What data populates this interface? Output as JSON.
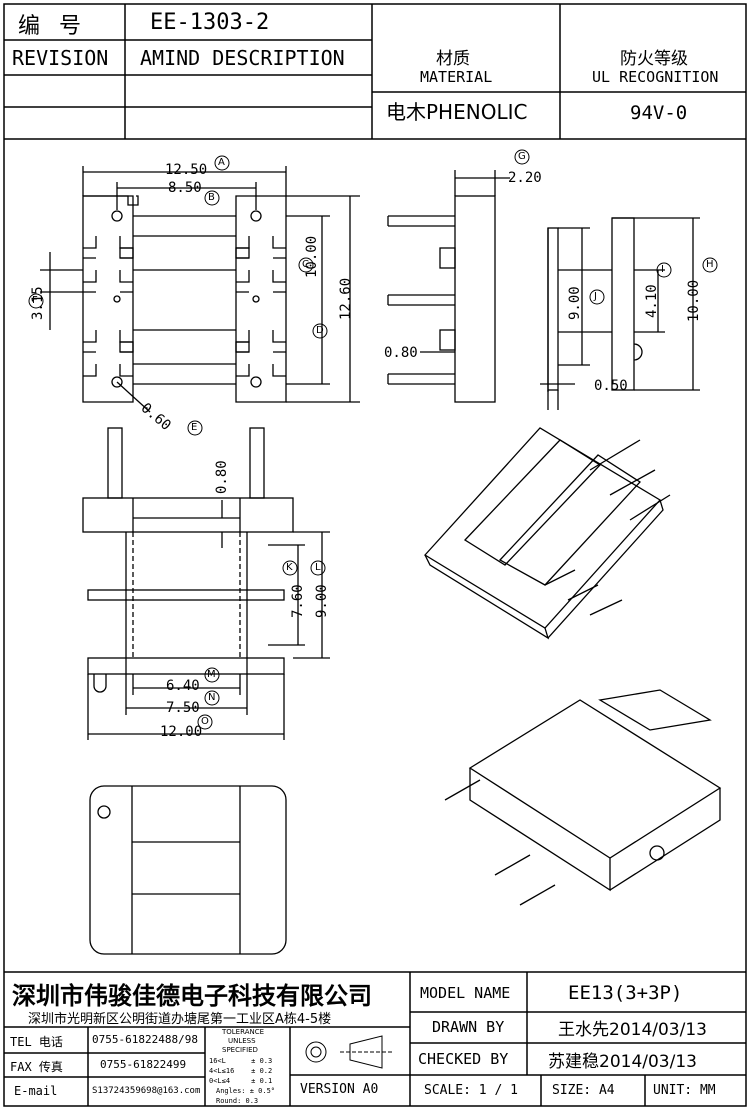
{
  "header": {
    "number_label": "编  号",
    "part_number": "EE-1303-2",
    "revision_label": "REVISION",
    "amind_label": "AMIND DESCRIPTION",
    "material_cn": "材质",
    "material_en": "MATERIAL",
    "material_value": "电木PHENOLIC",
    "ul_cn": "防火等级",
    "ul_en": "UL RECOGNITION",
    "ul_value": "94V-0"
  },
  "dimensions": {
    "a": "12.50",
    "b": "8.50",
    "c": "10.00",
    "d": "12.60",
    "f": "3.15",
    "e": "0.60",
    "g": "2.20",
    "j": "9.00",
    "i": "4.10",
    "h": "10.00",
    "p1": "0.80",
    "p2": "0.50",
    "m": "0.80",
    "k": "7.60",
    "l": "9.00",
    "n1": "6.40",
    "n2": "7.50",
    "o": "12.00"
  },
  "callouts": {
    "a": "A",
    "b": "B",
    "c": "C",
    "d": "D",
    "f": "F",
    "e": "E",
    "g": "G",
    "j": "J",
    "i": "I",
    "h": "H",
    "k": "K",
    "l": "L",
    "m": "M",
    "n": "N",
    "o": "O"
  },
  "footer": {
    "company": "深圳市伟骏佳德电子科技有限公司",
    "address": "深圳市光明新区公明街道办塘尾第一工业区A栋4-5楼",
    "tel_label": "TEL 电话",
    "tel_value": "0755-61822488/98",
    "fax_label": "FAX 传真",
    "fax_value": "0755-61822499",
    "email_label": "E-mail",
    "email_value": "S13724359698@163.com",
    "tolerance_title": "TOLERANCE",
    "tolerance_unless": "UNLESS",
    "tolerance_specified": "SPECIFIED",
    "tol_row1": "16<L      ± 0.3",
    "tol_row2": "4<L≤16    ± 0.2",
    "tol_row3": "0<L≤4     ± 0.1",
    "tol_angles": "Angles: ± 0.5°",
    "tol_round": "Round: 0.3",
    "version": "VERSION A0",
    "model_label": "MODEL NAME",
    "model_value": "EE13(3+3P)",
    "drawn_label": "DRAWN BY",
    "drawn_value": "王水先2014/03/13",
    "checked_label": "CHECKED BY",
    "checked_value": "苏建稳2014/03/13",
    "scale_label": "SCALE: 1 / 1",
    "size_label": "SIZE: A4",
    "unit_label": "UNIT: MM"
  }
}
